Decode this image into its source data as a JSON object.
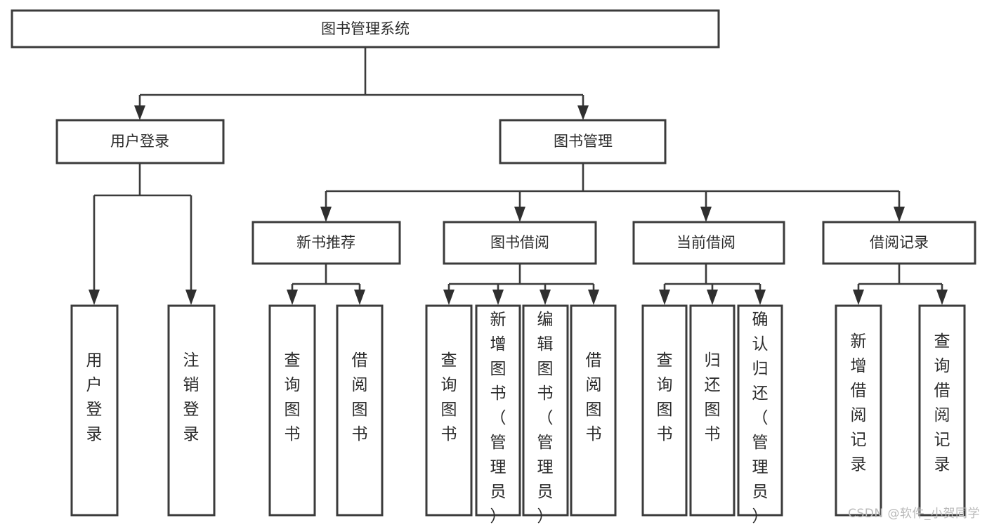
{
  "diagram": {
    "type": "tree-hierarchy",
    "title": "图书管理系统",
    "watermark": "CSDN @软件_小贺同学",
    "colors": {
      "box_fill": "#ffffff",
      "box_stroke": "#3b3b3b",
      "connector": "#3b3b3b",
      "text": "#2b2b2b",
      "watermark": "#b9b9b9"
    },
    "root": {
      "label": "图书管理系统"
    },
    "level2": [
      {
        "label": "用户登录"
      },
      {
        "label": "图书管理"
      }
    ],
    "level3": [
      {
        "label": "新书推荐"
      },
      {
        "label": "图书借阅"
      },
      {
        "label": "当前借阅"
      },
      {
        "label": "借阅记录"
      }
    ],
    "leaves": [
      {
        "label": "用户登录",
        "parent": "用户登录"
      },
      {
        "label": "注销登录",
        "parent": "用户登录"
      },
      {
        "label": "查询图书",
        "parent": "新书推荐"
      },
      {
        "label": "借阅图书",
        "parent": "新书推荐"
      },
      {
        "label": "查询图书",
        "parent": "图书借阅"
      },
      {
        "label": "新增图书（管理员）",
        "parent": "图书借阅"
      },
      {
        "label": "编辑图书（管理员）",
        "parent": "图书借阅"
      },
      {
        "label": "借阅图书",
        "parent": "图书借阅"
      },
      {
        "label": "查询图书",
        "parent": "当前借阅"
      },
      {
        "label": "归还图书",
        "parent": "当前借阅"
      },
      {
        "label": "确认归还（管理员）",
        "parent": "当前借阅"
      },
      {
        "label": "新增借阅记录",
        "parent": "借阅记录"
      },
      {
        "label": "查询借阅记录",
        "parent": "借阅记录"
      }
    ]
  }
}
